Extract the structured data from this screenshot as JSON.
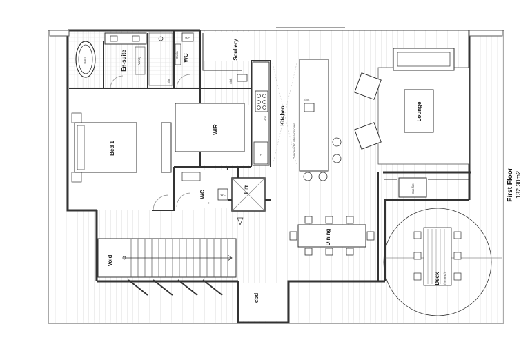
{
  "plan": {
    "title": "First Floor",
    "area": "132.30m2"
  },
  "rooms": {
    "ensuite": "En-suite",
    "bath": "Bath",
    "wc1": "WC",
    "scullery": "Scullery",
    "kitchen": "Kitchen",
    "lounge": "Lounge",
    "bed1": "Bed 1",
    "wir": "WIR",
    "wc2": "WC",
    "lift": "Lift",
    "dining": "Dining",
    "void": "Void",
    "cbd": "cbd",
    "deck": "Deck",
    "deck_area": "(28.8m2)"
  },
  "fixtures": {
    "vanity": "Vanity",
    "shower": "Shr",
    "basin": "Basin",
    "wc_symbol": "WC",
    "sink1": "Sink",
    "sink2": "Sink",
    "hob": "Hob",
    "fridge": "F",
    "gas_fire": "Gas fire",
    "overhead": "Overhead cupboards over",
    "wc_arrow": ">"
  }
}
